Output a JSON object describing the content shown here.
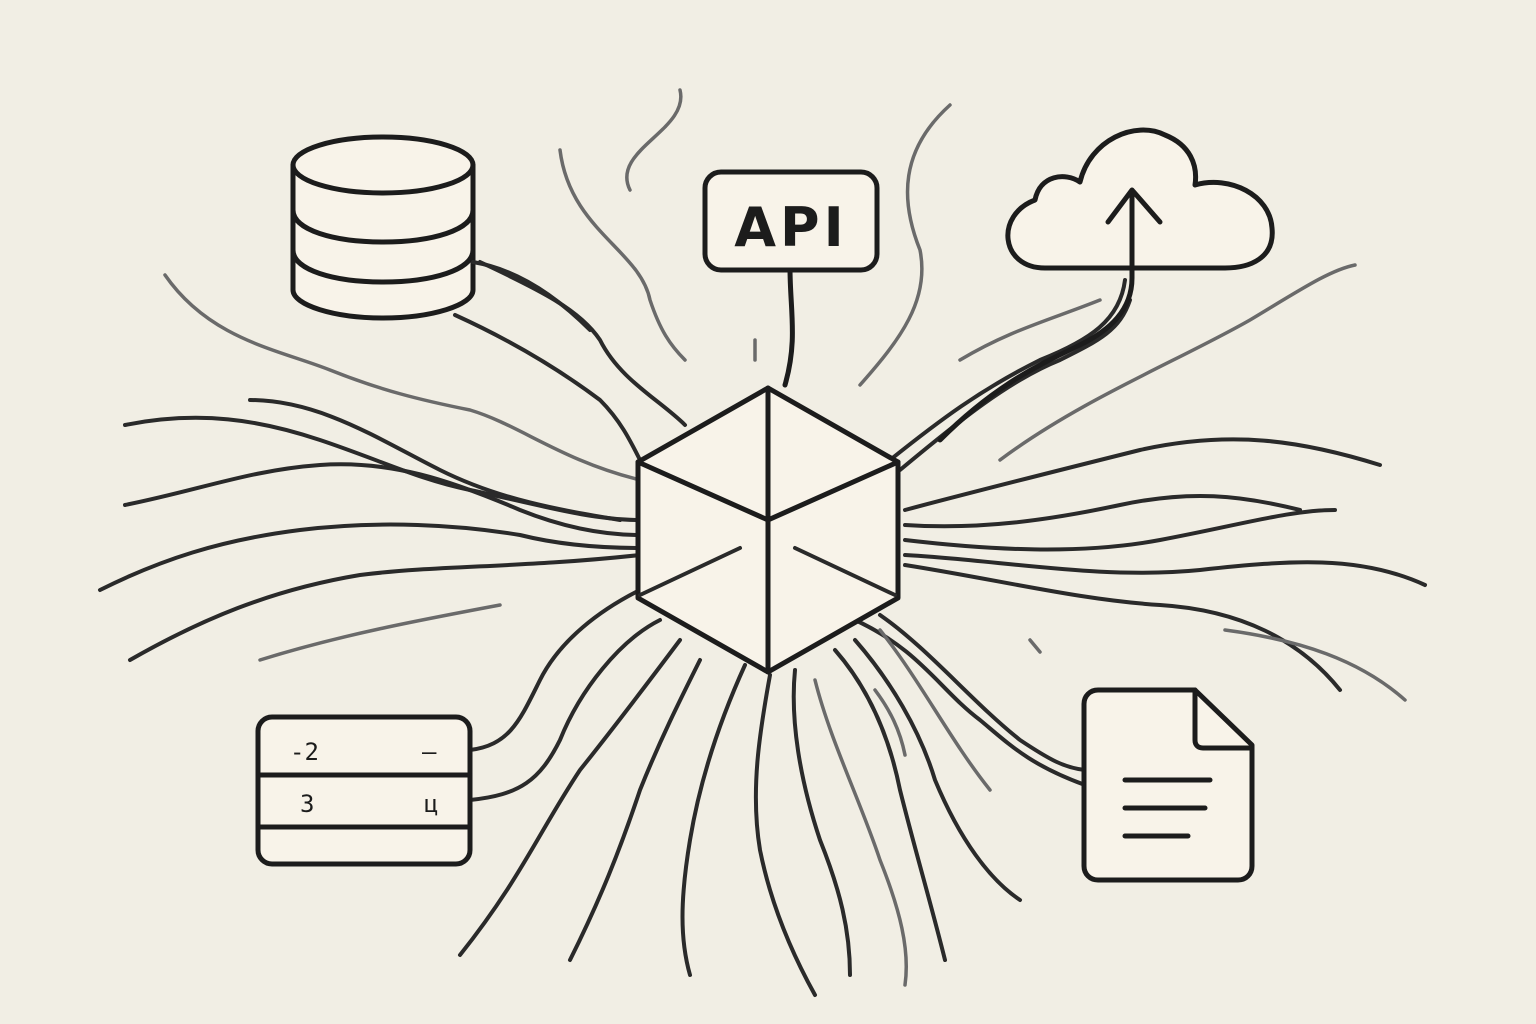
{
  "diagram": {
    "api_label": "API",
    "table_rows": [
      {
        "left": "-2",
        "right": "—"
      },
      {
        "left": "3",
        "right": "ц"
      }
    ],
    "colors": {
      "background": "#f1eee4",
      "ink": "#1c1c1c",
      "fill": "#f8f3e9"
    }
  },
  "icons": {
    "database": "database-icon",
    "api": "api-icon",
    "cloud": "cloud-upload-icon",
    "table": "table-icon",
    "document": "document-icon",
    "hub": "cube-hub-icon"
  }
}
